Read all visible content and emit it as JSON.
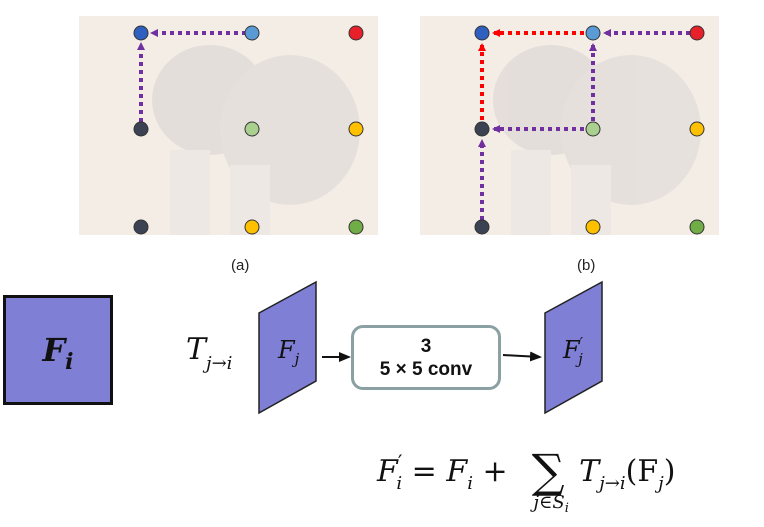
{
  "captions": {
    "a": "(a)",
    "b": "(b)"
  },
  "feature_i": {
    "base": "F",
    "sub": "i"
  },
  "transform": {
    "base": "T",
    "sub": "j→i"
  },
  "feature_j": {
    "base": "F",
    "sub": "j"
  },
  "conv": {
    "line1": "3",
    "line2": "5 × 5 conv"
  },
  "feature_j_prime": {
    "base": "F",
    "prime": "′",
    "sub": "j"
  },
  "formula": {
    "lhs": "F",
    "lhs_prime": "′",
    "lhs_sub": "i",
    "eq": " = ",
    "fi": "F",
    "fi_sub": "i",
    "plus": " + ",
    "sum_sign": "∑",
    "sum_under": "j∈S",
    "sum_under_sub": "i",
    "term": "T",
    "term_sub": "j→i",
    "term_arg": "(F",
    "term_arg_sub": "j",
    "term_close": ")"
  },
  "colors": {
    "dark_node": "#3b4251",
    "blue_node": "#5b9bd5",
    "darkblue_node": "#2f5fbf",
    "red_node": "#e8202a",
    "light_green_node": "#a9d08e",
    "yellow_node": "#ffc000",
    "green_node": "#70ad47",
    "purple_arrow": "#7030a0",
    "red_arrow": "#ff0000",
    "feature_fill": "#7f7fd5"
  }
}
